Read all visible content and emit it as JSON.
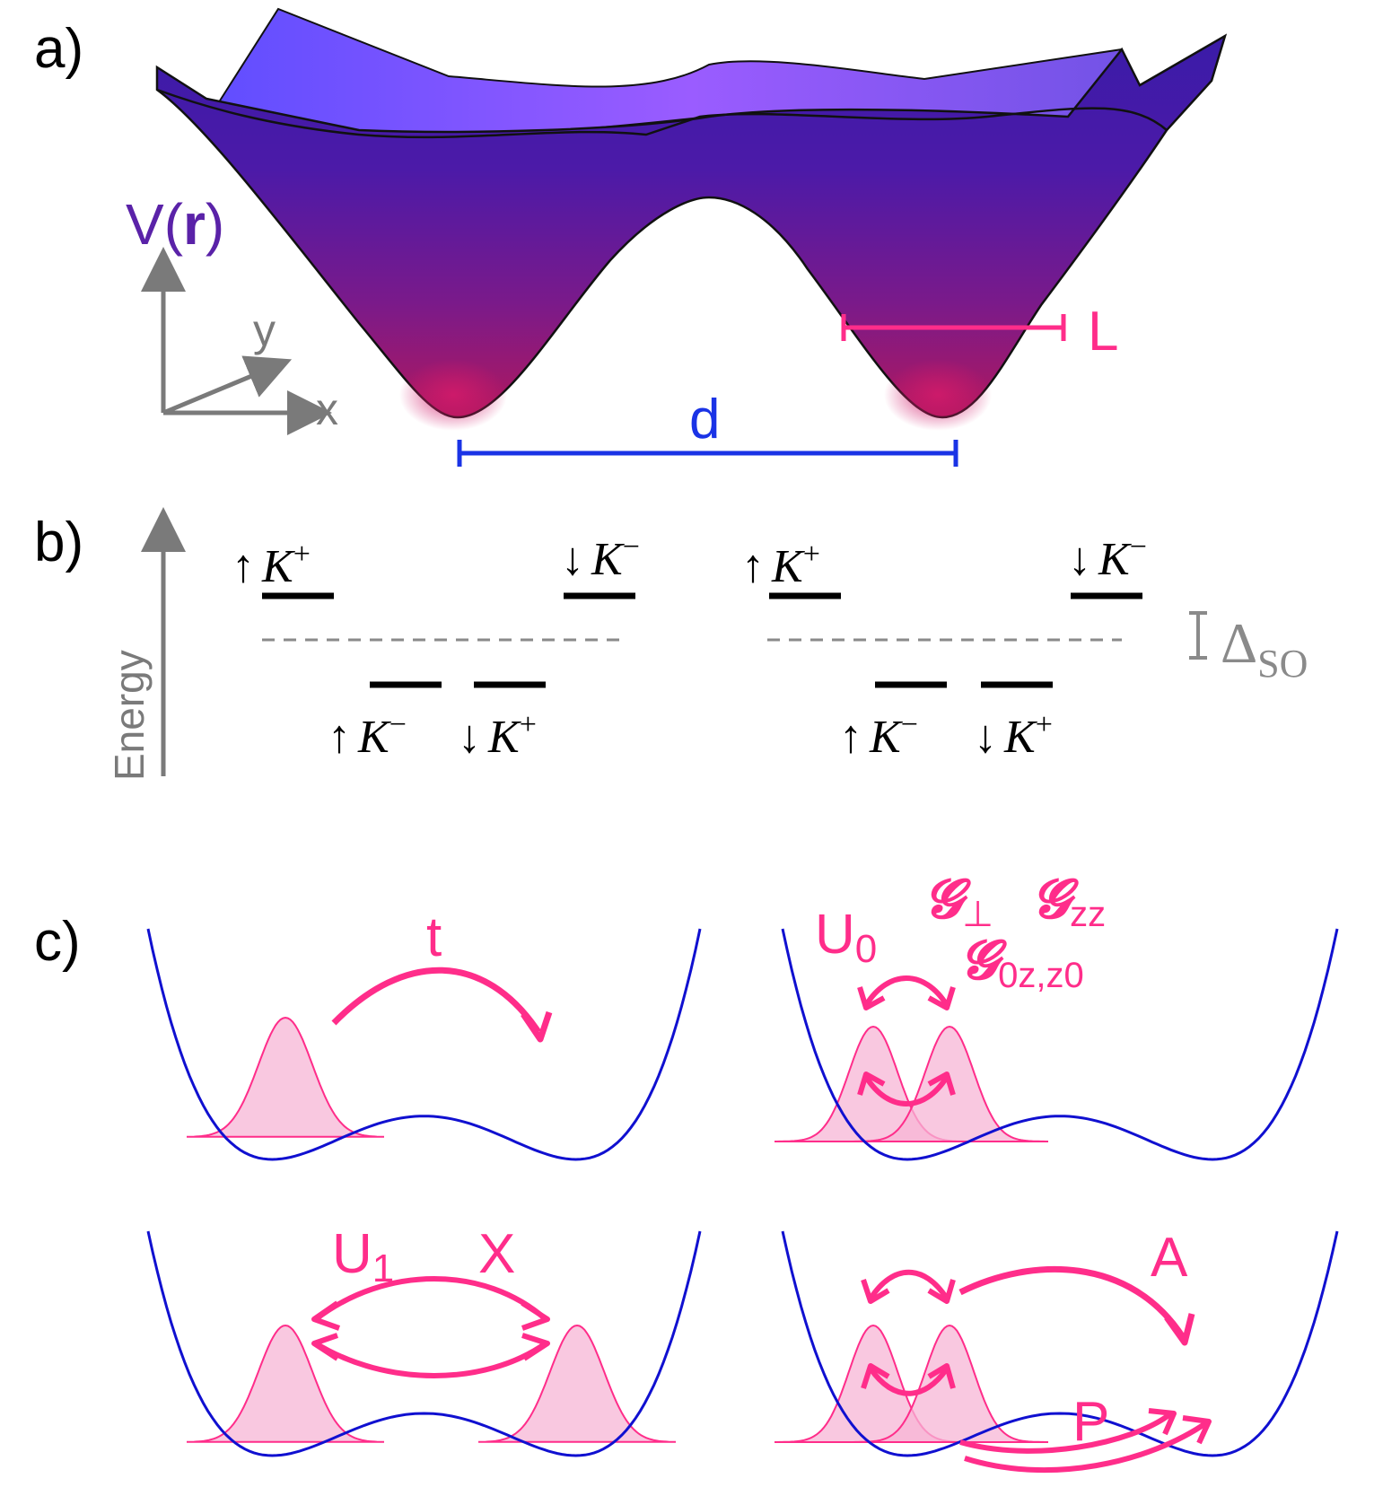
{
  "colors": {
    "pink": "#ff2d8a",
    "pink_fill": "#f7b6d6",
    "blue": "#1a33e6",
    "curve_blue": "#1010d0",
    "gray": "#7a7a7a",
    "surface_top": "#8a55ff",
    "surface_bottom": "#b0185e"
  },
  "panel_a": {
    "label": "a)",
    "potential_label_prefix": "V(",
    "potential_label_r": "r",
    "potential_label_suffix": ")",
    "axis_y": "y",
    "axis_x": "x",
    "length_L": "L",
    "length_d": "d"
  },
  "panel_b": {
    "label": "b)",
    "axis_label": "Energy",
    "delta_symbol": "Δ",
    "delta_subscript": "SO",
    "upper_left": [
      {
        "arrow": "↑",
        "valley": "K",
        "sign": "+"
      },
      {
        "arrow": "↓",
        "valley": "K",
        "sign": "−"
      }
    ],
    "lower_left": [
      {
        "arrow": "↑",
        "valley": "K",
        "sign": "−"
      },
      {
        "arrow": "↓",
        "valley": "K",
        "sign": "+"
      }
    ],
    "upper_right": [
      {
        "arrow": "↑",
        "valley": "K",
        "sign": "+"
      },
      {
        "arrow": "↓",
        "valley": "K",
        "sign": "−"
      }
    ],
    "lower_right": [
      {
        "arrow": "↑",
        "valley": "K",
        "sign": "−"
      },
      {
        "arrow": "↓",
        "valley": "K",
        "sign": "+"
      }
    ]
  },
  "panel_c": {
    "label": "c)",
    "hopping": "t",
    "onsite": {
      "U": "U",
      "sub": "0"
    },
    "g_perp": {
      "G": "𝓖",
      "sub": "⊥"
    },
    "g_zz": {
      "G": "𝓖",
      "sub": "zz"
    },
    "g_0z": {
      "G": "𝓖",
      "sub": "0z,z0"
    },
    "intersite": {
      "U": "U",
      "sub": "1"
    },
    "exchange": "X",
    "assisted": "A",
    "pair": "P"
  }
}
